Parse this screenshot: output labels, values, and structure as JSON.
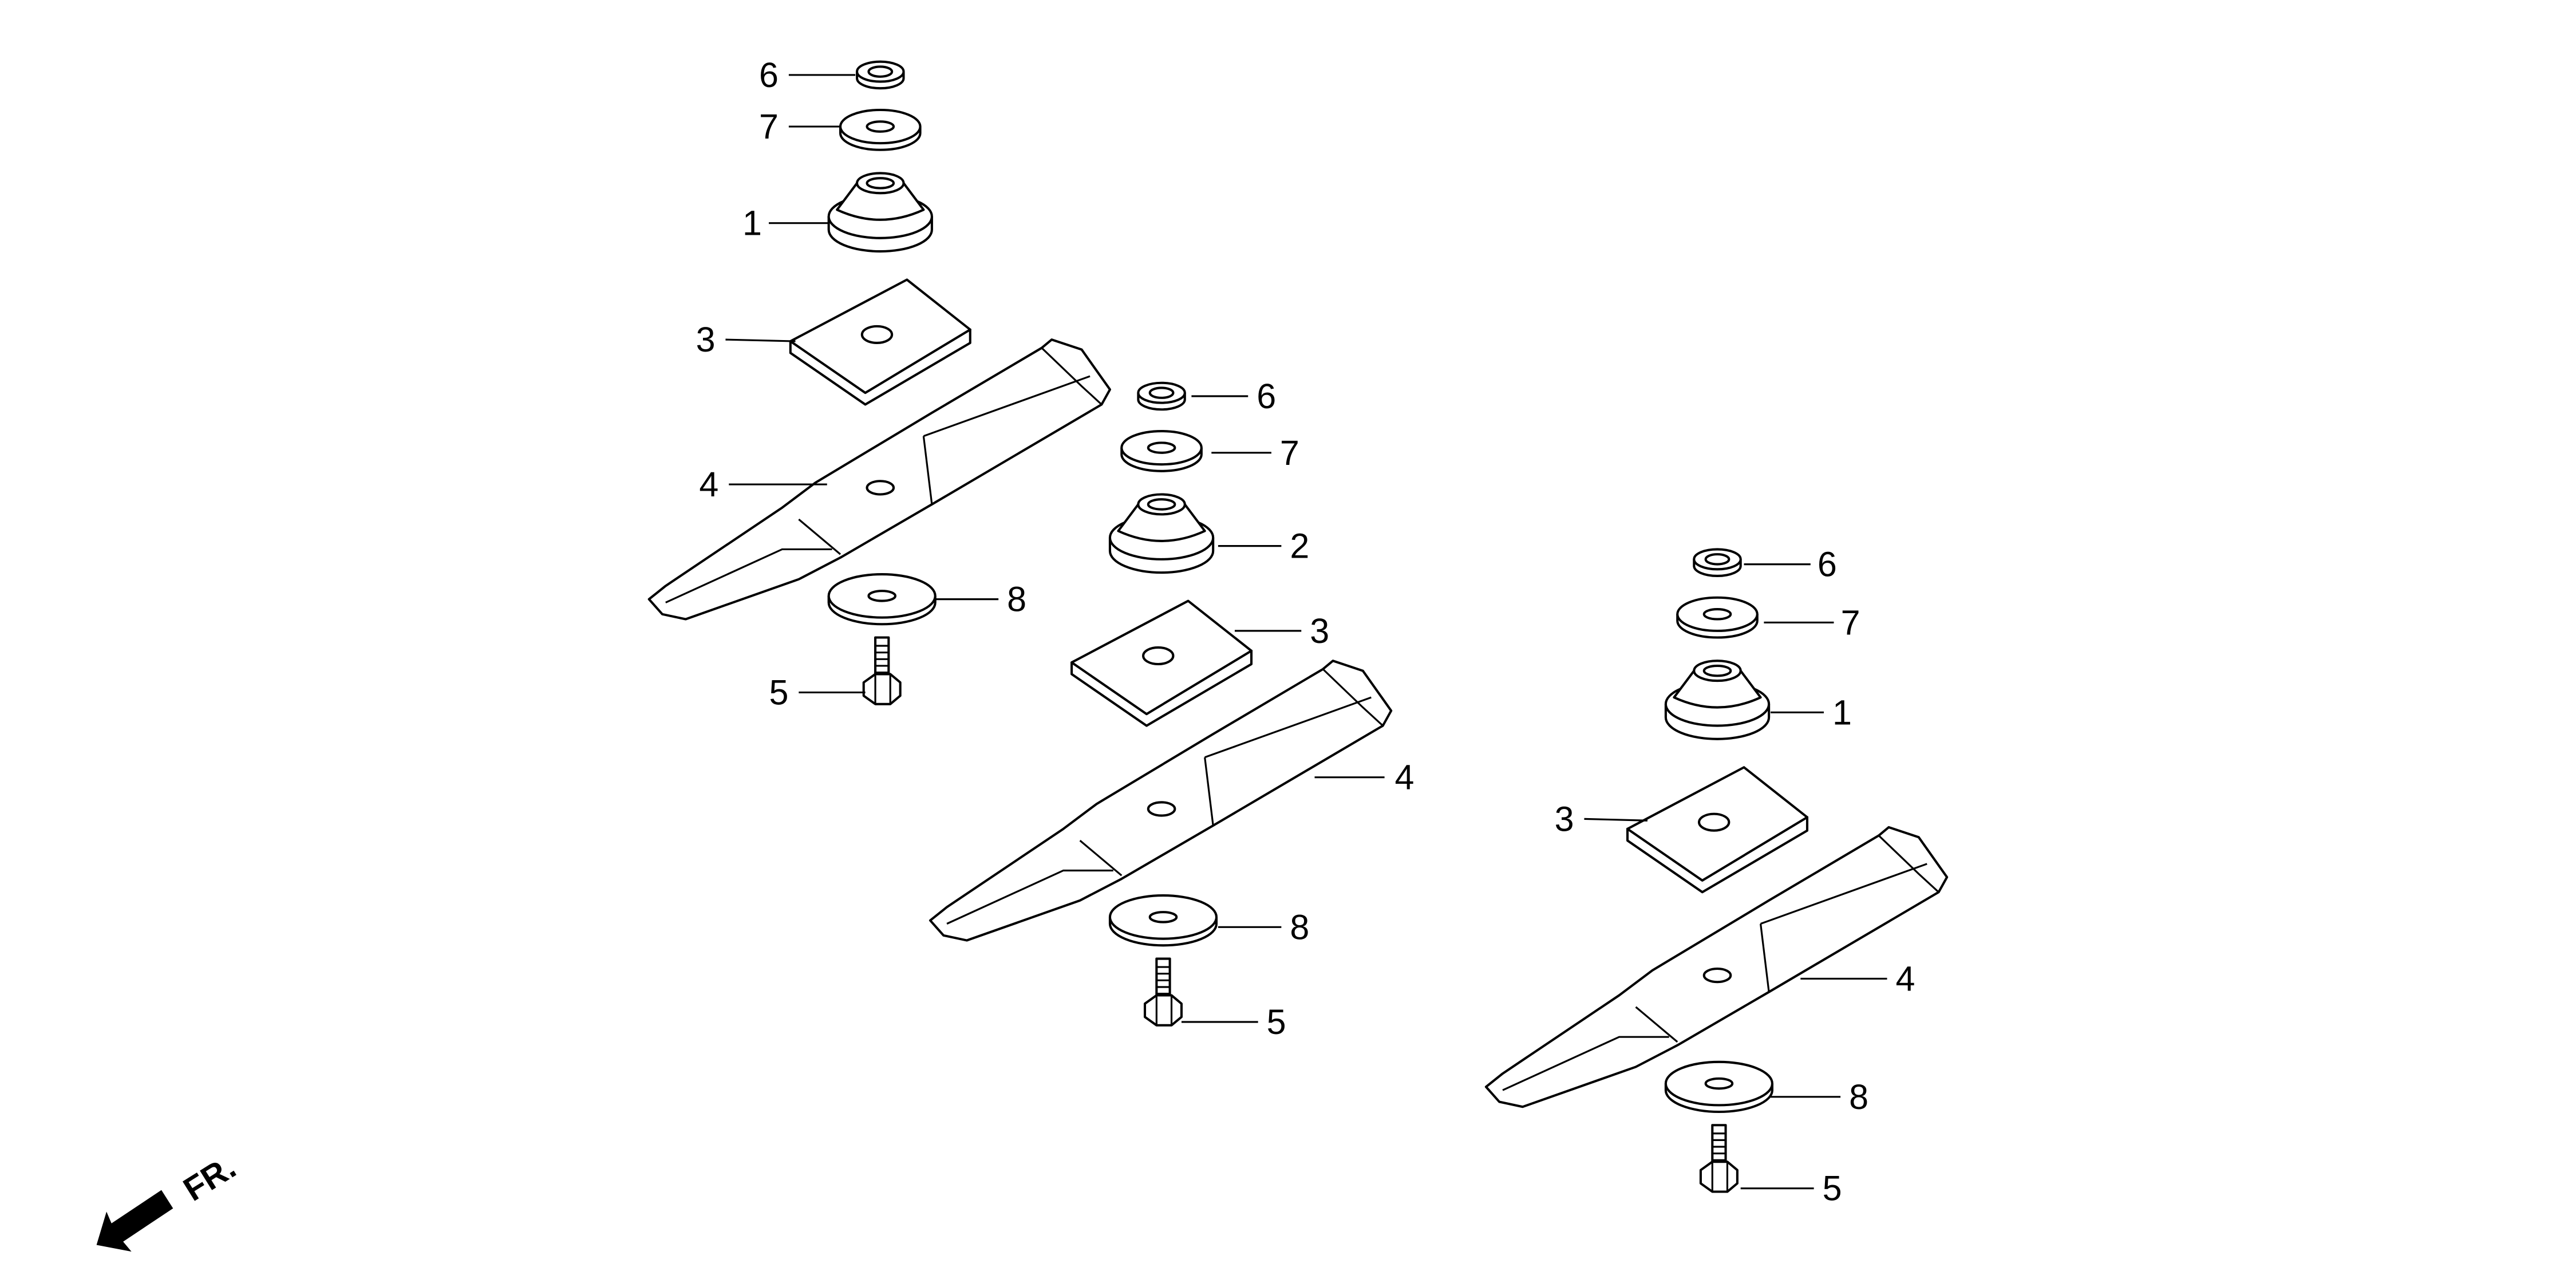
{
  "diagram": {
    "front_label": "FR.",
    "groups": [
      {
        "name": "left-blade-assembly",
        "callouts": [
          "6",
          "7",
          "1",
          "3",
          "4",
          "8",
          "5"
        ]
      },
      {
        "name": "center-blade-assembly",
        "callouts": [
          "6",
          "7",
          "2",
          "3",
          "4",
          "8",
          "5"
        ]
      },
      {
        "name": "right-blade-assembly",
        "callouts": [
          "6",
          "7",
          "1",
          "3",
          "4",
          "8",
          "5"
        ]
      }
    ]
  }
}
